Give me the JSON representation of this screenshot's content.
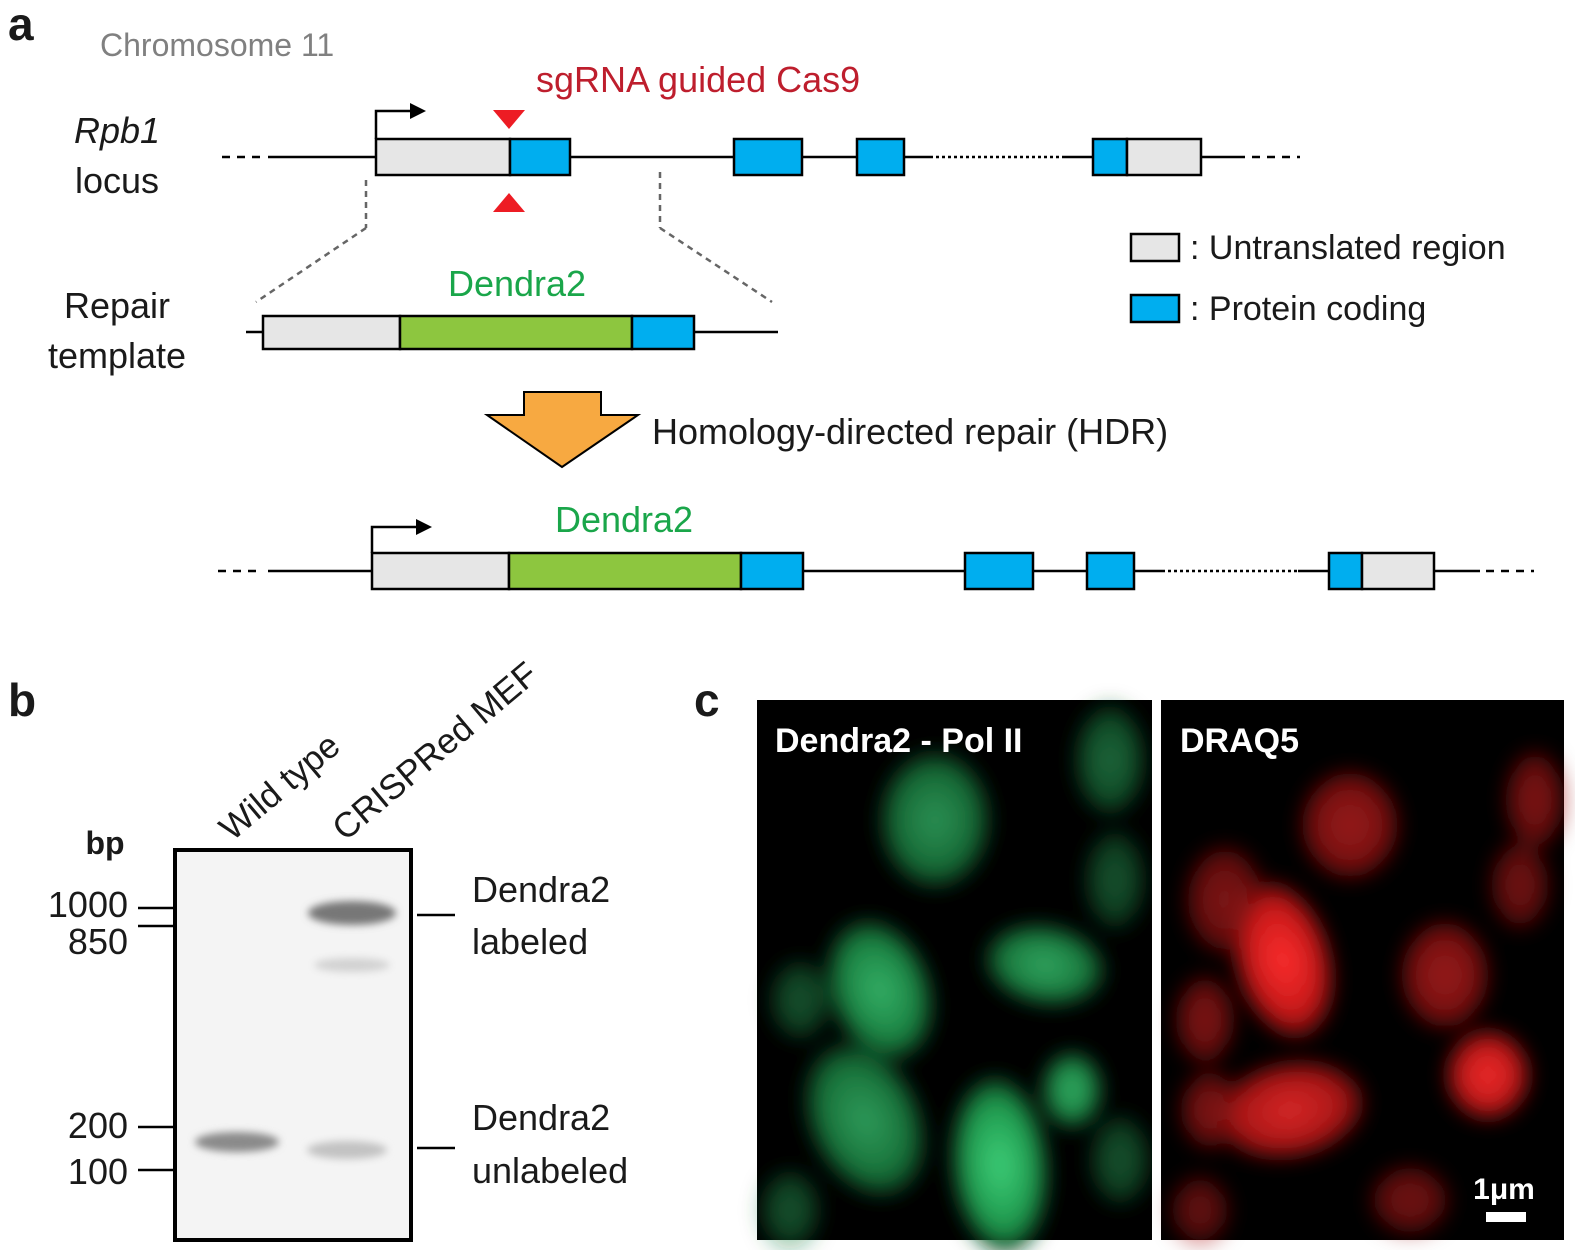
{
  "panels": {
    "a": "a",
    "b": "b",
    "c": "c"
  },
  "panel_a": {
    "chromosome": "Chromosome 11",
    "gene": "Rpb1",
    "locus_word": "locus",
    "cas9": "sgRNA guided Cas9",
    "repair_line1": "Repair",
    "repair_line2": "template",
    "insert_label_template": "Dendra2",
    "insert_label_result": "Dendra2",
    "hdr": "Homology-directed repair (HDR)",
    "legend": [
      {
        "label": ": Untranslated region",
        "color": "#e6e6e6"
      },
      {
        "label": ": Protein coding",
        "color": "#00aeef"
      }
    ],
    "colors": {
      "utr": "#e6e6e6",
      "coding": "#00aeef",
      "dendra2": "#8dc63f",
      "cut_marker": "#ed1c24",
      "arrow": "#f7a941",
      "cas9_text": "#be1e2d",
      "dendra2_text": "#1aa64a"
    }
  },
  "panel_b": {
    "lanes": [
      "Wild type",
      "CRISPRed MEF"
    ],
    "unit": "bp",
    "ladder": [
      "1000",
      "850",
      "200",
      "100"
    ],
    "band_labels": [
      {
        "line1": "Dendra2",
        "line2": "labeled"
      },
      {
        "line1": "Dendra2",
        "line2": "unlabeled"
      }
    ]
  },
  "panel_c": {
    "left_title": "Dendra2 - Pol II",
    "right_title": "DRAQ5",
    "scale_bar": "1μm"
  }
}
